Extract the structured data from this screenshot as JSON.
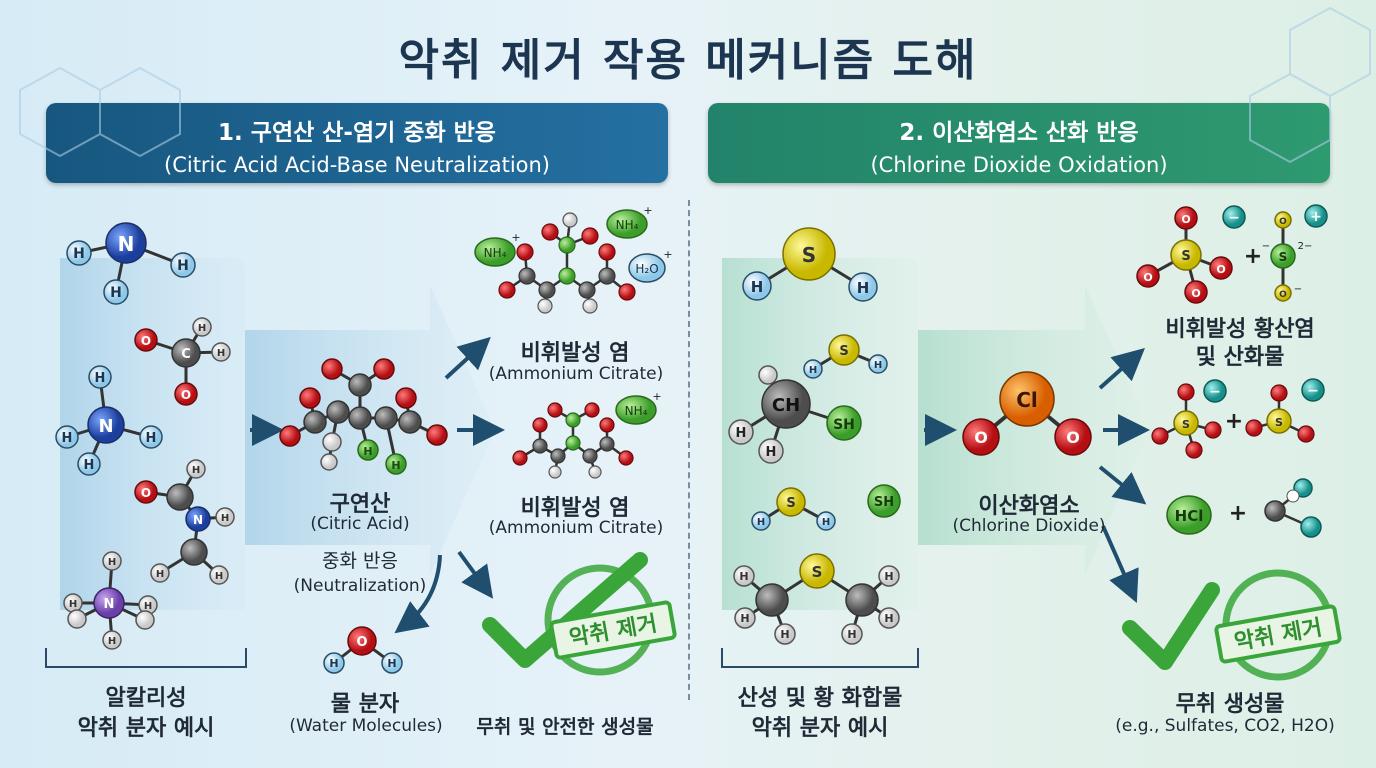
{
  "title": "악취 제거 작용 메커니즘 도해",
  "left_banner": {
    "line1": "1. 구연산 산-염기 중화 반응",
    "line2": "(Citric Acid Acid-Base Neutralization)"
  },
  "right_banner": {
    "line1": "2. 이산화염소 산화 반응",
    "line2": "(Chlorine Dioxide Oxidation)"
  },
  "left": {
    "alkaline_label_1": "알칼리성",
    "alkaline_label_2": "악취 분자 예시",
    "citric_label": "구연산",
    "citric_sub": "(Citric Acid)",
    "neutral_label": "중화 반응",
    "neutral_sub": "(Neutralization)",
    "salt1_label": "비휘발성 염",
    "salt1_sub": "(Ammonium Citrate)",
    "salt2_label": "비휘발성 염",
    "salt2_sub": "(Ammonium Citrate)",
    "water_label": "물 분자",
    "water_sub": "(Water Molecules)",
    "safe_label": "무취 및 안전한 생성물",
    "stamp": "악취 제거"
  },
  "right": {
    "acid_label_1": "산성 및 황 화합물",
    "acid_label_2": "악취 분자 예시",
    "clo2_label": "이산화염소",
    "clo2_sub": "(Chlorine Dioxide)",
    "sulfate_label_1": "비휘발성 황산염",
    "sulfate_label_2": "및 산화물",
    "product_label": "무취 생성물",
    "product_sub": "(e.g., Sulfates, CO2, H2O)",
    "stamp": "악취 제거"
  },
  "atoms": {
    "N": "N",
    "H": "H",
    "O": "O",
    "C": "C",
    "S": "S",
    "Cl": "Cl",
    "CH": "CH",
    "SH": "SH",
    "HCl": "HCl",
    "NH4": "NH₄",
    "H2O": "H₂O",
    "plus": "+",
    "minus": "−",
    "charge_plus": "+",
    "charge_2minus": "2−"
  },
  "colors": {
    "left_banner": "#1e5f8c",
    "right_banner": "#2b8f6a",
    "nitrogen": "#2756b8",
    "oxygen": "#d8262a",
    "carbon": "#6e6e6e",
    "hydrogen": "#a9d6ee",
    "sulfur": "#e9de1f",
    "chlorine": "#ee7f16",
    "green": "#3aa63a",
    "arrow": "#1f4e6e"
  }
}
